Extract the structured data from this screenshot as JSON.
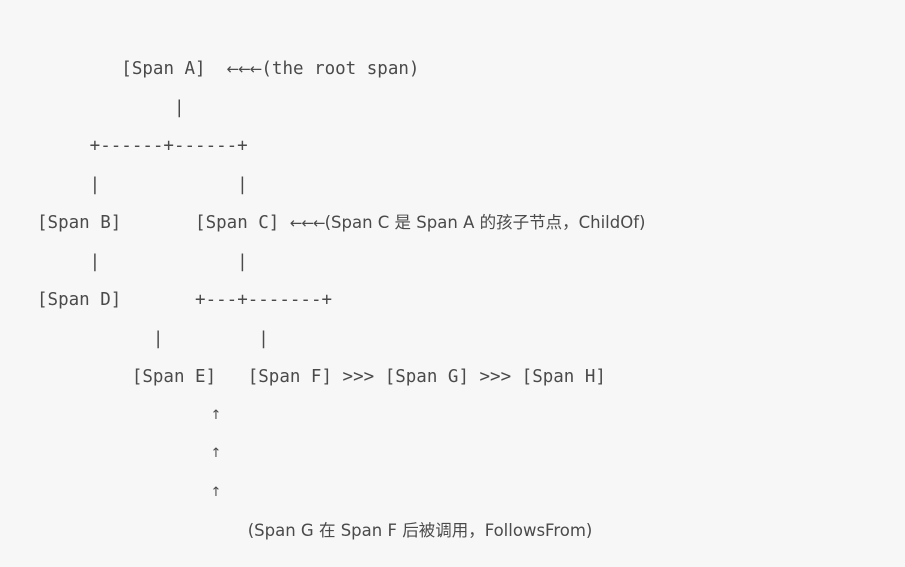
{
  "diagram": {
    "type": "ascii-span-tree",
    "background_color": "#f7f7f7",
    "text_color": "#4a4a4a",
    "nodes": [
      {
        "id": "A",
        "label": "[Span A]"
      },
      {
        "id": "B",
        "label": "[Span B]"
      },
      {
        "id": "C",
        "label": "[Span C]"
      },
      {
        "id": "D",
        "label": "[Span D]"
      },
      {
        "id": "E",
        "label": "[Span E]"
      },
      {
        "id": "F",
        "label": "[Span F]"
      },
      {
        "id": "G",
        "label": "[Span G]"
      },
      {
        "id": "H",
        "label": "[Span H]"
      }
    ],
    "annotations": [
      {
        "id": "root",
        "arrow": "←←←",
        "text": "(the root span)"
      },
      {
        "id": "childof",
        "arrow": "←←←",
        "text": "(Span C 是 Span A 的孩子节点，ChildOf)"
      },
      {
        "id": "followsfrom",
        "arrow": "↑",
        "text": "(Span G 在 Span F 后被调用，FollowsFrom)"
      }
    ],
    "connectors": {
      "pipe": "|",
      "branch_top": "+------+------+",
      "branch_lower": "+---+-------+",
      "follows_marker": ">>>",
      "up_arrow": "↑"
    },
    "lines": {
      "l1_indent": "        ",
      "l1_node": "[Span A]",
      "l1_gap": "  ",
      "l1_arrow": "←←←",
      "l1_note": "(the root span)",
      "l2": "             |",
      "l3": "     +------+------+",
      "l4": "     |             |",
      "l5_b": "[Span B]",
      "l5_mid": "       [Span C] ",
      "l5_arrow": "←←←",
      "l5_note": "(Span C 是 Span A 的孩子节点，ChildOf)",
      "l6": "     |             |",
      "l7_d": "[Span D]",
      "l7_conn": "       +---+-------+",
      "l8": "           |         |",
      "l9_e": "         [Span E]   ",
      "l9_f": "[Span F] ",
      "l9_sep1": ">>>",
      "l9_g": " [Span G] ",
      "l9_sep2": ">>>",
      "l9_h": " [Span H]",
      "l10_arrow": "                                          ↑",
      "l11_arrow": "                                          ↑",
      "l12_arrow": "                                          ↑",
      "l13_indent": "                    ",
      "l13_note": "(Span G 在 Span F 后被调用，FollowsFrom)"
    }
  }
}
